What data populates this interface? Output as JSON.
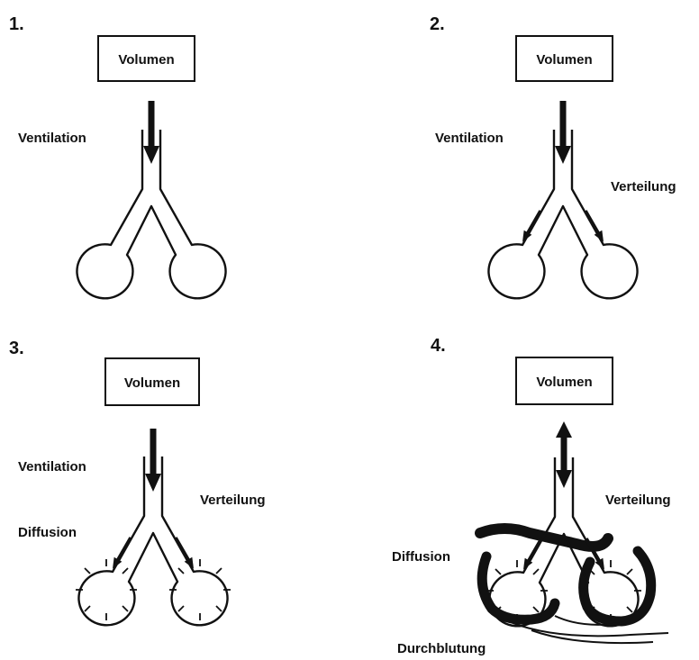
{
  "panels": [
    {
      "number": "1.",
      "volume": "Volumen",
      "ventilation": "Ventilation"
    },
    {
      "number": "2.",
      "volume": "Volumen",
      "ventilation": "Ventilation",
      "distribution": "Verteilung"
    },
    {
      "number": "3.",
      "volume": "Volumen",
      "ventilation": "Ventilation",
      "distribution": "Verteilung",
      "diffusion": "Diffusion"
    },
    {
      "number": "4.",
      "volume": "Volumen",
      "distribution": "Verteilung",
      "diffusion": "Diffusion",
      "perfusion": "Durchblutung"
    }
  ]
}
